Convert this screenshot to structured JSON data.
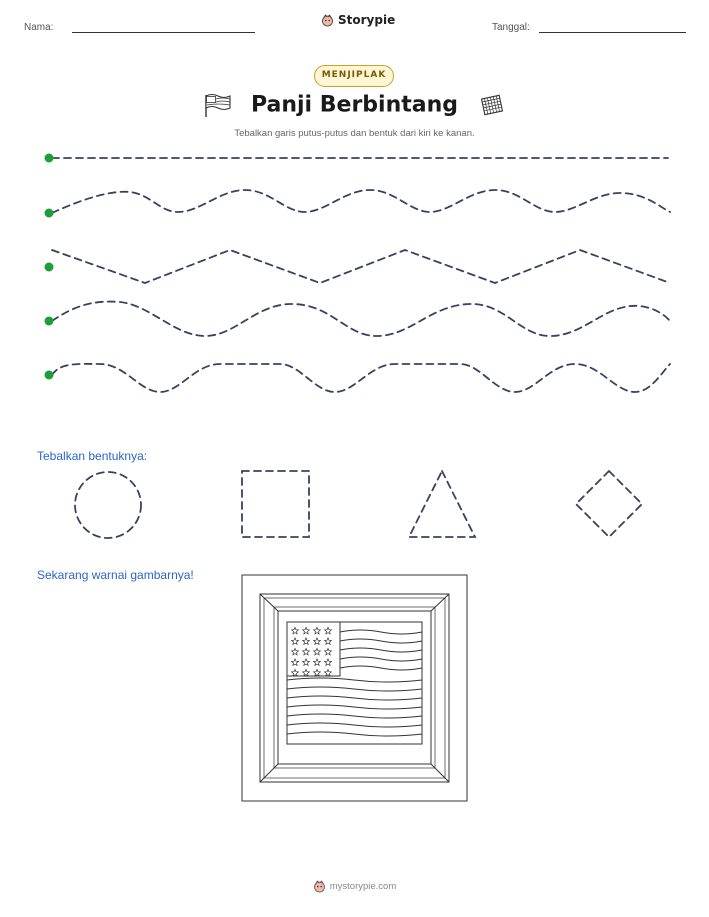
{
  "header": {
    "name_label": "Nama:",
    "brand": "Storypie",
    "date_label": "Tanggal:"
  },
  "badge": "MENJIPLAK",
  "title": "Panji Berbintang",
  "subtitle": "Tebalkan garis putus-putus dan bentuk dari kiri ke kanan.",
  "shapes_label": "Tebalkan bentuknya:",
  "color_label": "Sekarang warnai gambarnya!",
  "footer": "mystorypie.com",
  "colors": {
    "start_dot": "#1f9d3a",
    "dash": "#3b4060",
    "section": "#2a66c9"
  },
  "icons": [
    "flag-icon",
    "checkered-flag-icon",
    "storypie-logo-icon"
  ],
  "trace_lines": [
    "straight",
    "wave",
    "zigzag",
    "wave",
    "wave"
  ],
  "shapes": [
    "circle",
    "square",
    "triangle",
    "diamond"
  ]
}
